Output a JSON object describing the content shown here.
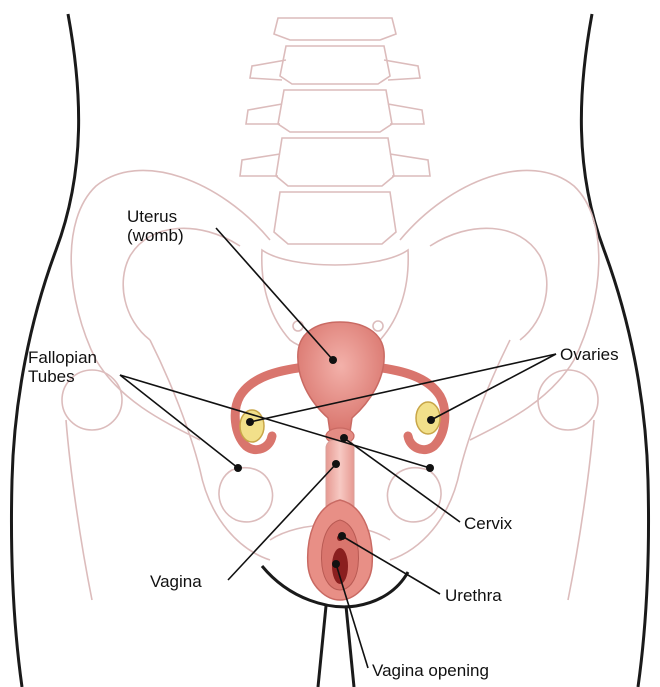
{
  "labels": {
    "uterus_line1": "Uterus",
    "uterus_line2": "(womb)",
    "fallopian_line1": "Fallopian",
    "fallopian_line2": "Tubes",
    "ovaries": "Ovaries",
    "cervix": "Cervix",
    "vagina": "Vagina",
    "urethra": "Urethra",
    "vagina_opening": "Vagina opening"
  },
  "colors": {
    "bone_outline": "#d8b8b8",
    "body_outline": "#1a1a1a",
    "organ_fill": "#e8918a",
    "organ_dark": "#c96a63",
    "ovary_fill": "#f2e08a",
    "leader_line": "#111111"
  }
}
